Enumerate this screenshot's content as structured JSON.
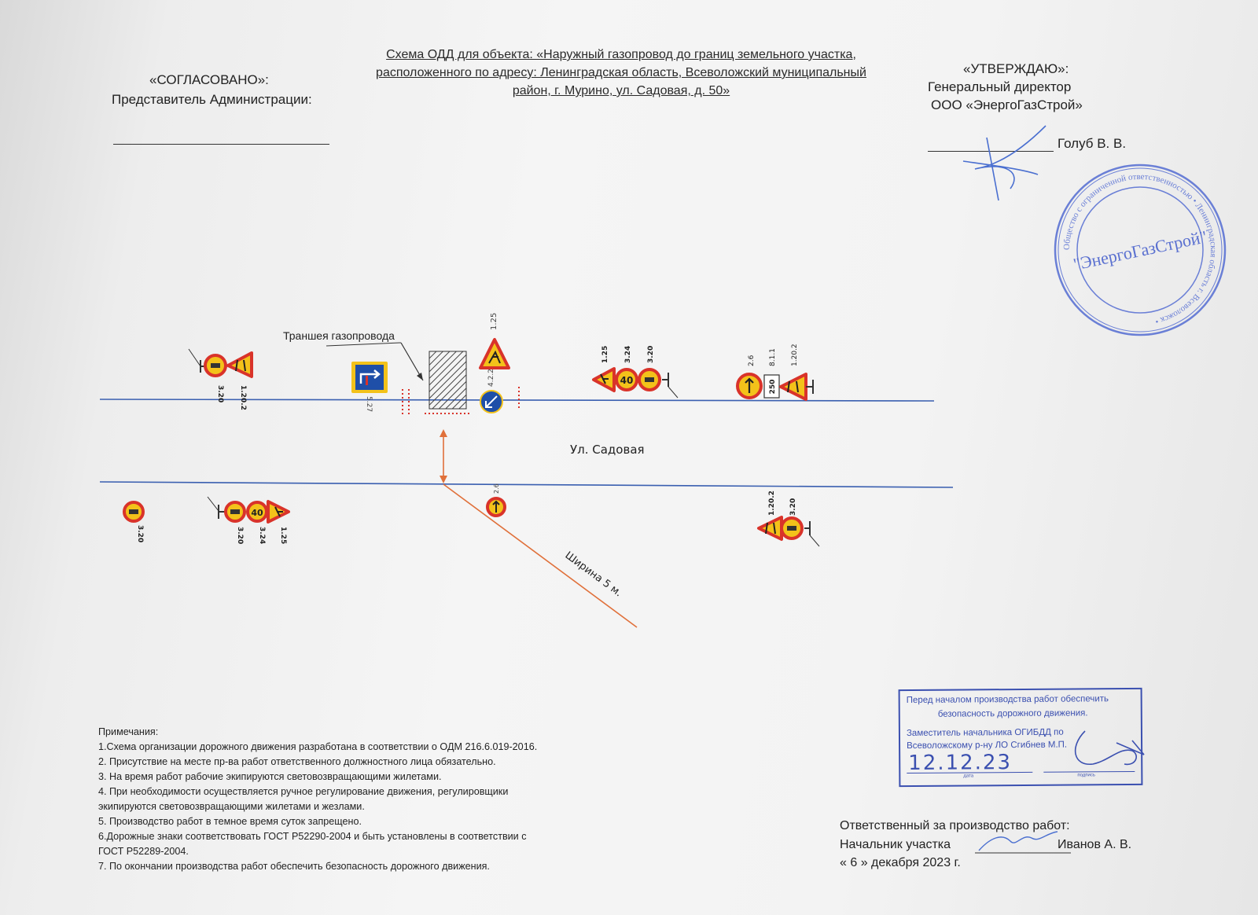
{
  "header": {
    "title": "Схема ОДД для объекта: «Наружный газопровод до границ земельного участка, расположенного по адресу: Ленинградская область, Всеволожский муниципальный район, г. Мурино, ул. Садовая, д. 50»",
    "agreed_heading": "«СОГЛАСОВАНО»:",
    "agreed_role": "Представитель Администрации:",
    "approve_heading": "«УТВЕРЖДАЮ»:",
    "approve_role": "Генеральный директор",
    "approve_org": "ООО «ЭнергоГазСтрой»",
    "approve_name": "Голуб В. В."
  },
  "seal": {
    "center_text": "\"ЭнергоГазСтрой\"",
    "ring_text": "Общество с ограниченной ответственностью • Ленинградская область г. Всеволожск •"
  },
  "diagram": {
    "trench_label": "Траншея газопровода",
    "street_label": "Ул. Садовая",
    "width_label": "Ширина 5 м.",
    "sign_labels": {
      "s1_25_a": "1.25",
      "s3_24_a": "3.24",
      "s3_20_a": "3.20",
      "s2_6_a": "2.6",
      "s8_1_1": "8.1.1",
      "s1_20_2_a": "1.20.2",
      "plate_250": "250",
      "speed_40": "40",
      "s4_2_2": "4.2.2",
      "s1_25_b": "1.25",
      "s5_19_a": "5.27",
      "s3_20_b": "3.20",
      "s1_20_2_b": "1.20.2",
      "s3_20_c": "3.20",
      "s3_20_d": "3.20",
      "s3_24_b": "3.24",
      "s1_25_c": "1.25",
      "s2_6_b": "2.6",
      "s1_20_2_c": "1.20.2",
      "s3_20_e": "3.20"
    },
    "colors": {
      "road_line": "#3a5fb0",
      "sign_red": "#d9332a",
      "sign_yellow": "#f3c21a",
      "blue_sign": "#1f4fa8",
      "dimension": "#e0703a",
      "stamp_blue": "#3b50b0"
    }
  },
  "notes": {
    "heading": "Примечания:",
    "items": [
      "1.Схема организации дорожного движения разработана в соответствии о ОДМ 216.6.019-2016.",
      "2. Присутствие на месте пр-ва работ ответственного должностного лица обязательно.",
      "3. На время работ рабочие экипируются  световозвращающими жилетами.",
      "4. При необходимости осуществляется ручное регулирование движения, регулировщики",
      "экипируются световозвращающими жилетами и жезлами.",
      "5. Производство работ в темное время суток запрещено.",
      "6.Дорожные знаки соответствовать ГОСТ Р52290-2004 и быть установлены в соответствии с",
      "ГОСТ Р52289-2004.",
      "7. По окончании производства работ обеспечить безопасность дорожного движения."
    ]
  },
  "police_stamp": {
    "line1": "Перед началом производства работ обеспечить",
    "line2": "безопасность дорожного движения.",
    "line3": "Заместитель начальника ОГИБДД по",
    "line4": "Всеволожскому р-ну ЛО Сгибнев М.П.",
    "date": "12.12.23",
    "caption_date": "дата",
    "caption_sign": "подпись"
  },
  "responsible": {
    "line1": "Ответственный за производство работ:",
    "line2": "Начальник участка",
    "name": "Иванов А. В.",
    "date_line": "« 6  »   декабря      2023     г."
  }
}
